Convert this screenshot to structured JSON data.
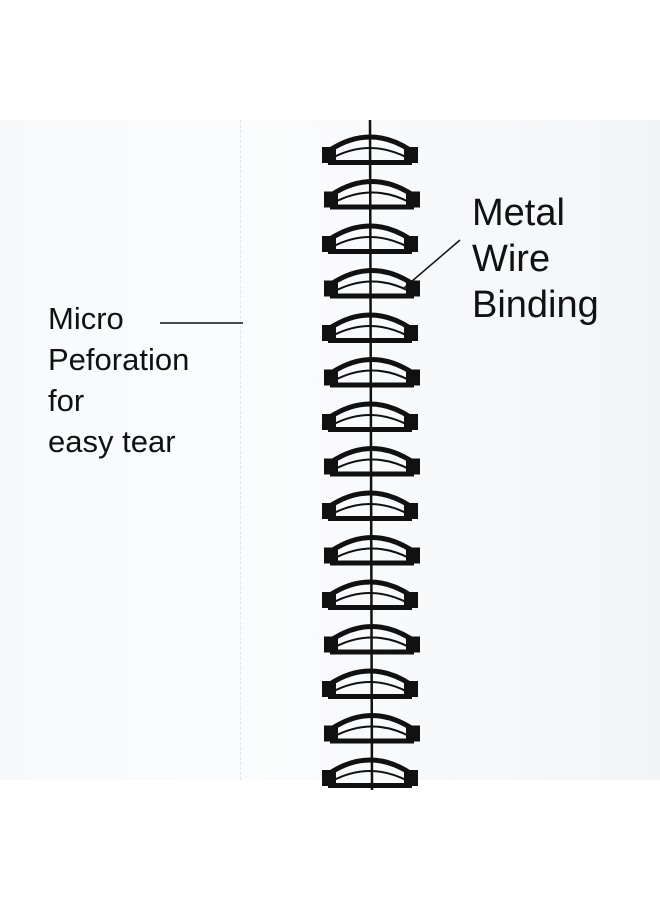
{
  "labels": {
    "perforation": {
      "line1": "Micro",
      "line2": "Peforation",
      "line3": "for",
      "line4": "easy tear"
    },
    "binding": {
      "line1": "Metal",
      "line2": "Wire",
      "line3": "Binding"
    }
  },
  "colors": {
    "background": "#ffffff",
    "paper": "#f7f9fb",
    "wire": "#111111",
    "text": "#111111"
  },
  "binding": {
    "loop_count": 15,
    "material": "black metal wire coil"
  }
}
